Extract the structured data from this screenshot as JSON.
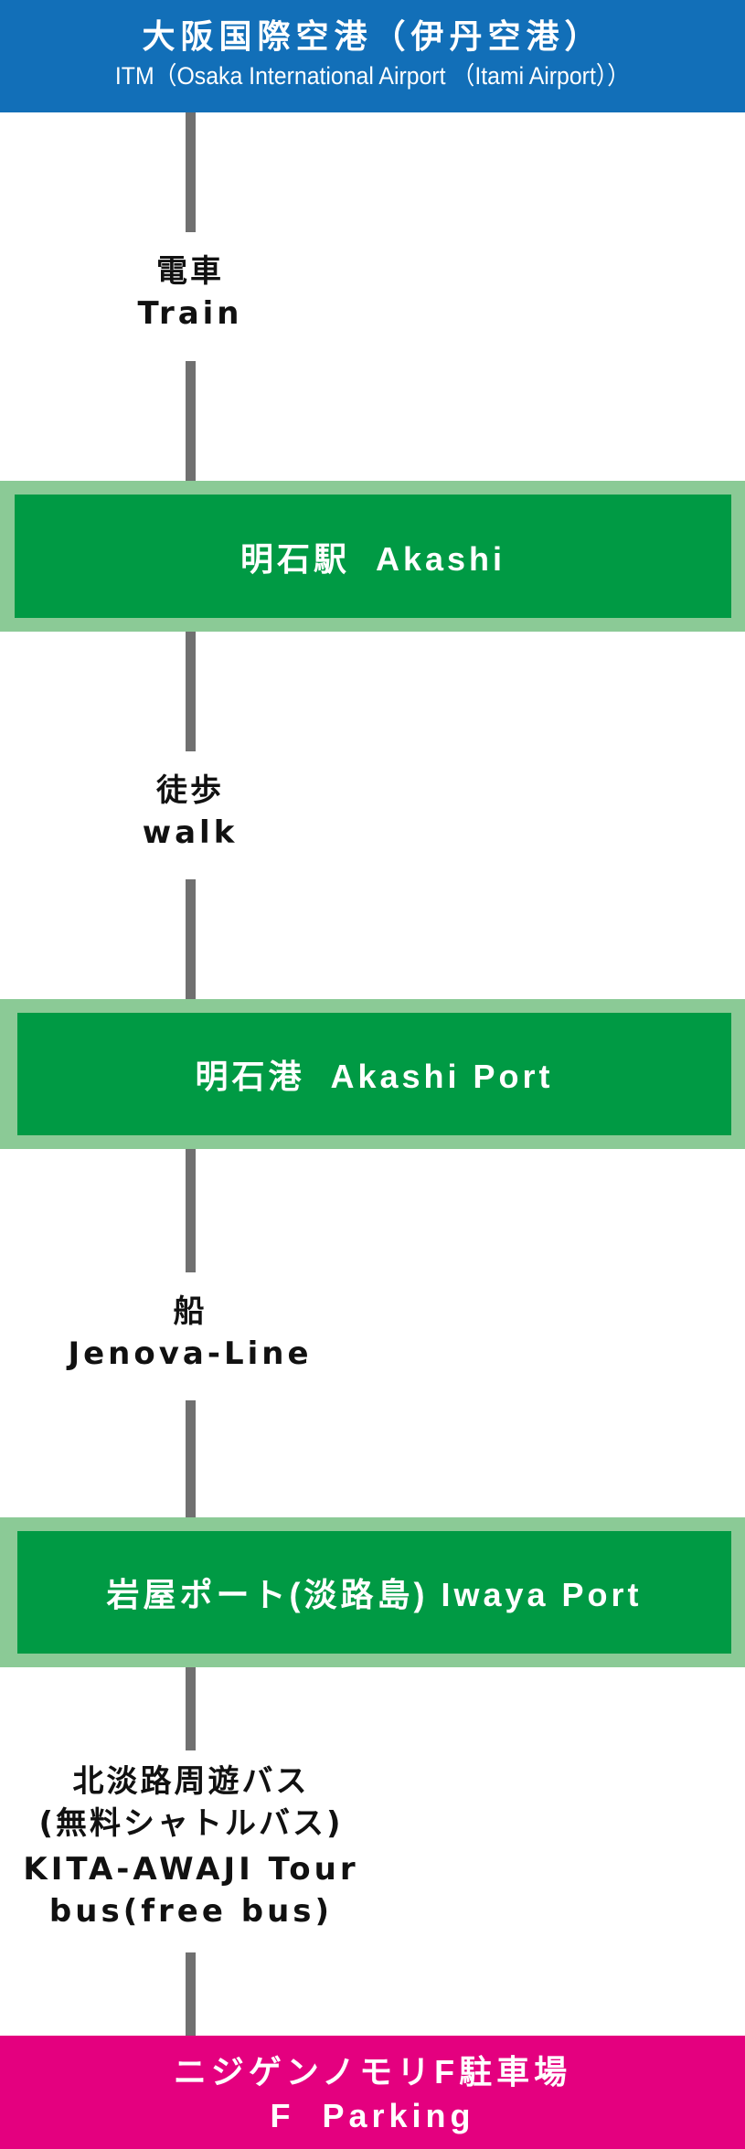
{
  "origin": {
    "name_ja": "大阪国際空港（伊丹空港）",
    "name_en": "ITM（Osaka International Airport （Itami Airport））",
    "color": "#126fb8"
  },
  "legs": [
    {
      "mode_ja": "電車",
      "mode_en": "Train"
    },
    {
      "mode_ja": "徒歩",
      "mode_en": "walk"
    },
    {
      "mode_ja": "船",
      "mode_en": "Jenova-Line"
    },
    {
      "mode_ja": "北淡路周遊バス\n(無料シャトルバス)",
      "mode_ja_line1": "北淡路周遊バス",
      "mode_ja_line2": "(無料シャトルバス)",
      "mode_en_line1": "KITA-AWAJI Tour",
      "mode_en_line2": "bus(free bus)"
    }
  ],
  "stations": [
    {
      "name": "明石駅  Akashi"
    },
    {
      "name": "明石港  Akashi Port"
    },
    {
      "name": "岩屋ポート(淡路島) Iwaya Port"
    }
  ],
  "destination": {
    "name_ja": "ニジゲンノモリF駐車場",
    "name_en": "F  Parking",
    "color": "#e4007f"
  },
  "colors": {
    "line": "#707070",
    "station_fill": "#009a44",
    "station_border": "#8bca96"
  }
}
